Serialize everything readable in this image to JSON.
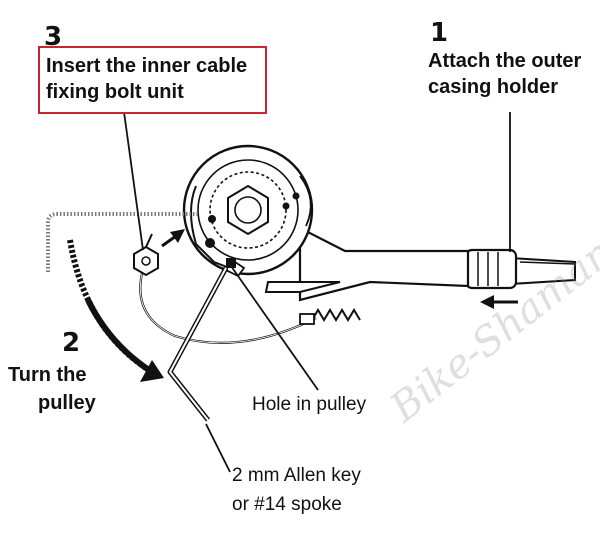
{
  "steps": [
    {
      "number": "1",
      "text_line1": "Attach the outer",
      "text_line2": "casing holder"
    },
    {
      "number": "2",
      "text_line1": "Turn the",
      "text_line2": "pulley"
    },
    {
      "number": "3",
      "text_line1": "Insert the inner cable",
      "text_line2": "fixing bolt unit"
    }
  ],
  "callouts": {
    "hole_in_pulley": "Hole in pulley",
    "allen_key_line1": "2 mm Allen key",
    "allen_key_line2": "or #14 spoke"
  },
  "watermark": "Bike-Shaman",
  "colors": {
    "highlight_box": "#c8262a",
    "ink": "#111111"
  }
}
